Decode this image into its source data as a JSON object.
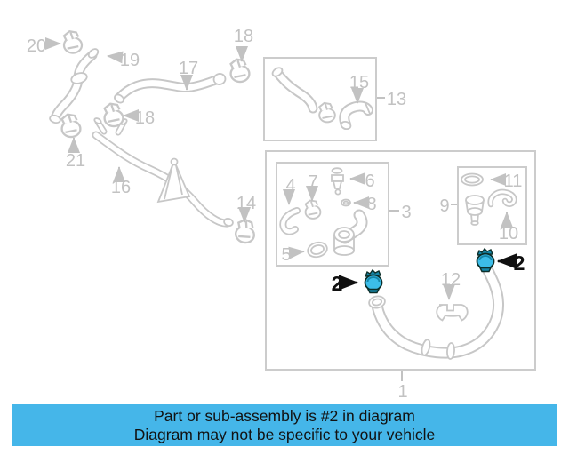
{
  "banner": {
    "line1": "Part or sub-assembly is #2 in diagram",
    "line2": "Diagram may not be specific to your vehicle"
  },
  "diagram": {
    "labels": {
      "n20": "20",
      "n19": "19",
      "n17": "17",
      "n18_top": "18",
      "n18_mid": "18",
      "n21": "21",
      "n16": "16",
      "n14": "14",
      "n15": "15",
      "n13": "13",
      "n4": "4",
      "n7": "7",
      "n6": "6",
      "n8": "8",
      "n5": "5",
      "n3": "3",
      "n9": "9",
      "n11": "11",
      "n10": "10",
      "n12": "12",
      "n1": "1",
      "n2_left": "2",
      "n2_right": "2"
    },
    "highlighted_part_number": "2"
  },
  "colors": {
    "line_color": "#c7c7c7",
    "label_color": "#c2c2c2",
    "ink_color": "#101010",
    "highlight_fill": "#3cbde9",
    "highlight_dark": "#0d2f2a",
    "highlight_mid": "#1586a8",
    "banner_bg": "#45b6e9",
    "banner_text": "#121212"
  }
}
